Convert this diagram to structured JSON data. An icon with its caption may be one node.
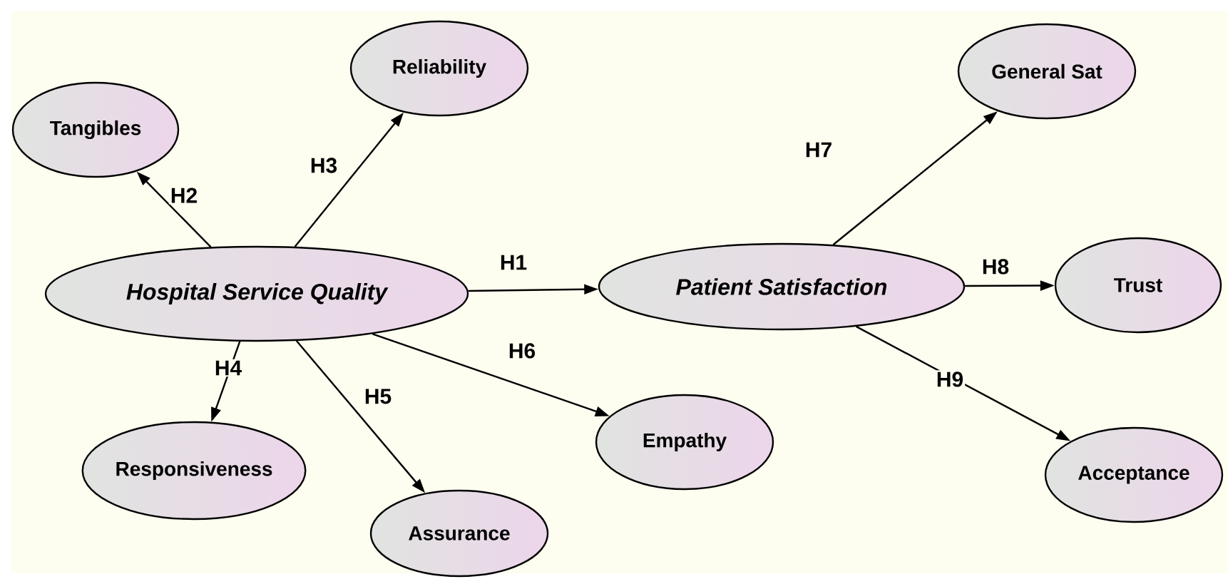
{
  "diagram": {
    "nodes": [
      {
        "text": [
          "Hospital Service Quality"
        ]
      },
      {
        "text": [
          "Patient Satisfaction"
        ]
      },
      {
        "text": [
          "Tangibles"
        ]
      },
      {
        "text": [
          "Reliability"
        ]
      },
      {
        "text": [
          "Responsiveness"
        ]
      },
      {
        "text": [
          "Assurance"
        ]
      },
      {
        "text": [
          "Empathy"
        ]
      },
      {
        "text": [
          "General Sat"
        ]
      },
      {
        "text": [
          "Trust"
        ]
      },
      {
        "text": [
          "Acceptance"
        ]
      }
    ],
    "edges": [
      {
        "from": 0,
        "to": 1,
        "arrow": "to",
        "label": "H1"
      },
      {
        "from": 0,
        "to": 2,
        "arrow": "to",
        "label": "H2"
      },
      {
        "from": 0,
        "to": 3,
        "arrow": "to",
        "label": "H3"
      },
      {
        "from": 0,
        "to": 4,
        "arrow": "to",
        "label": "H4"
      },
      {
        "from": 0,
        "to": 5,
        "arrow": "to",
        "label": "H5"
      },
      {
        "from": 0,
        "to": 6,
        "arrow": "to",
        "label": "H6"
      },
      {
        "from": 1,
        "to": 7,
        "arrow": "to",
        "label": "H7"
      },
      {
        "from": 1,
        "to": 8,
        "arrow": "to",
        "label": "H8"
      },
      {
        "from": 1,
        "to": 9,
        "arrow": "to",
        "label": "H9"
      }
    ]
  }
}
